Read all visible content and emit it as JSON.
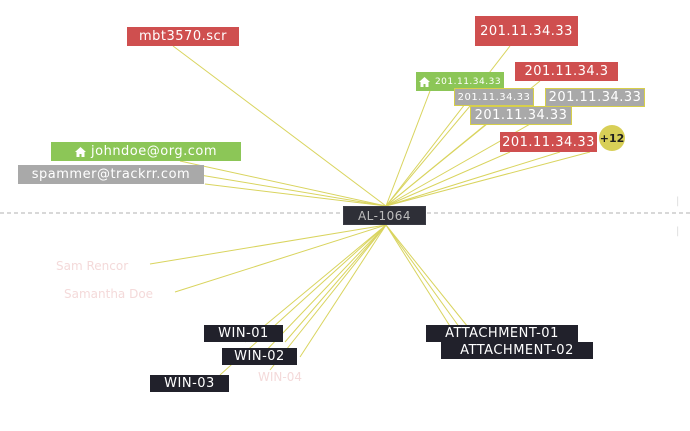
{
  "hub": {
    "label": "AL-1064"
  },
  "nodes": {
    "file_scr": "mbt3570.scr",
    "ip_top": "201.11.34.33",
    "ip_green_small": "201.11.34.33",
    "ip_red_mid": "201.11.34.3",
    "ip_grey_a": "201.11.34.33",
    "ip_grey_b": "201.11.34.33",
    "ip_grey_c": "201.11.34.33",
    "ip_red_bottom": "201.11.34.33",
    "more_badge": "+12",
    "email_green": "johndoe@org.com",
    "email_grey": "spammer@trackrr.com",
    "win_01": "WIN-01",
    "win_02": "WIN-02",
    "win_03": "WIN-03",
    "attachment_01": "ATTACHMENT-01",
    "attachment_02": "ATTACHMENT-02"
  },
  "faded_labels": {
    "person_a": "Sam Rencor",
    "person_b": "Samantha Doe",
    "host_faded": "WIN-04"
  },
  "icons": {
    "home": "home-icon"
  },
  "colors": {
    "edge": "#d9d45e",
    "red": "#cf4f4f",
    "green": "#8cc657",
    "grey": "#a9a9a9",
    "dark": "#21212b",
    "badge": "#d8cf57",
    "divider": "#b0b0b0"
  }
}
